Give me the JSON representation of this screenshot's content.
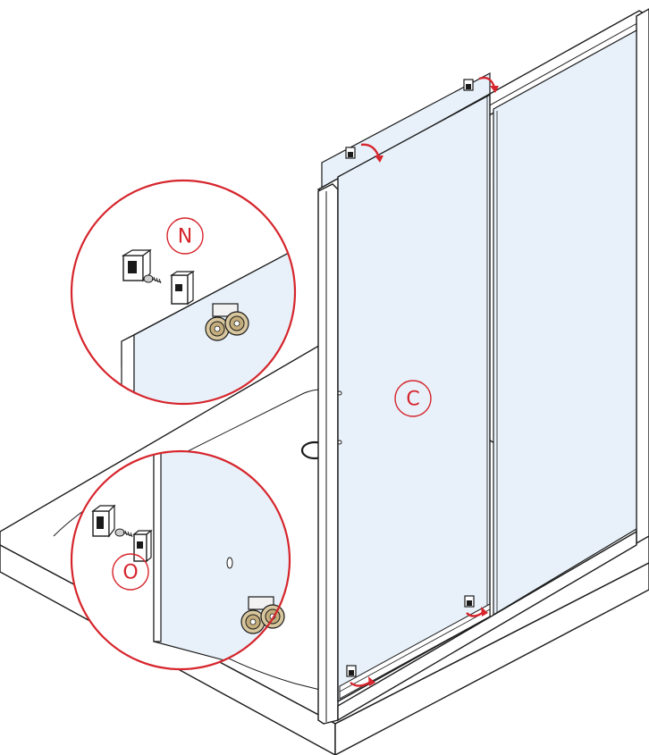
{
  "labels": {
    "panel_c": "C",
    "detail_n": "N",
    "detail_o": "O"
  },
  "colors": {
    "glass": "#e8f1fa",
    "glass_edge": "#1a1a1a",
    "callout_red": "#d6252c",
    "roller_gold": "#c9b48a",
    "tray_fill": "#ffffff",
    "line": "#1a1a1a"
  },
  "icons": [
    "roller-assembly-icon",
    "bracket-icon",
    "screw-icon",
    "rotation-arrow-icon"
  ]
}
